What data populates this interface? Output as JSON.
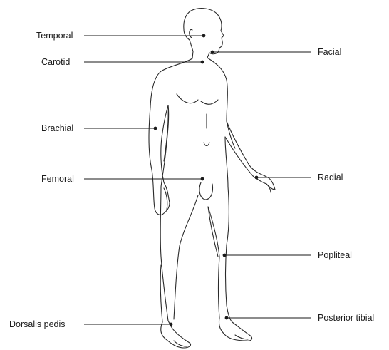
{
  "pulse_points": [
    {
      "label": "Temporal"
    },
    {
      "label": "Carotid"
    },
    {
      "label": "Brachial"
    },
    {
      "label": "Femoral"
    },
    {
      "label": "Dorsalis pedis"
    },
    {
      "label": "Facial"
    },
    {
      "label": "Radial"
    },
    {
      "label": "Popliteal"
    },
    {
      "label": "Posterior tibial"
    }
  ]
}
